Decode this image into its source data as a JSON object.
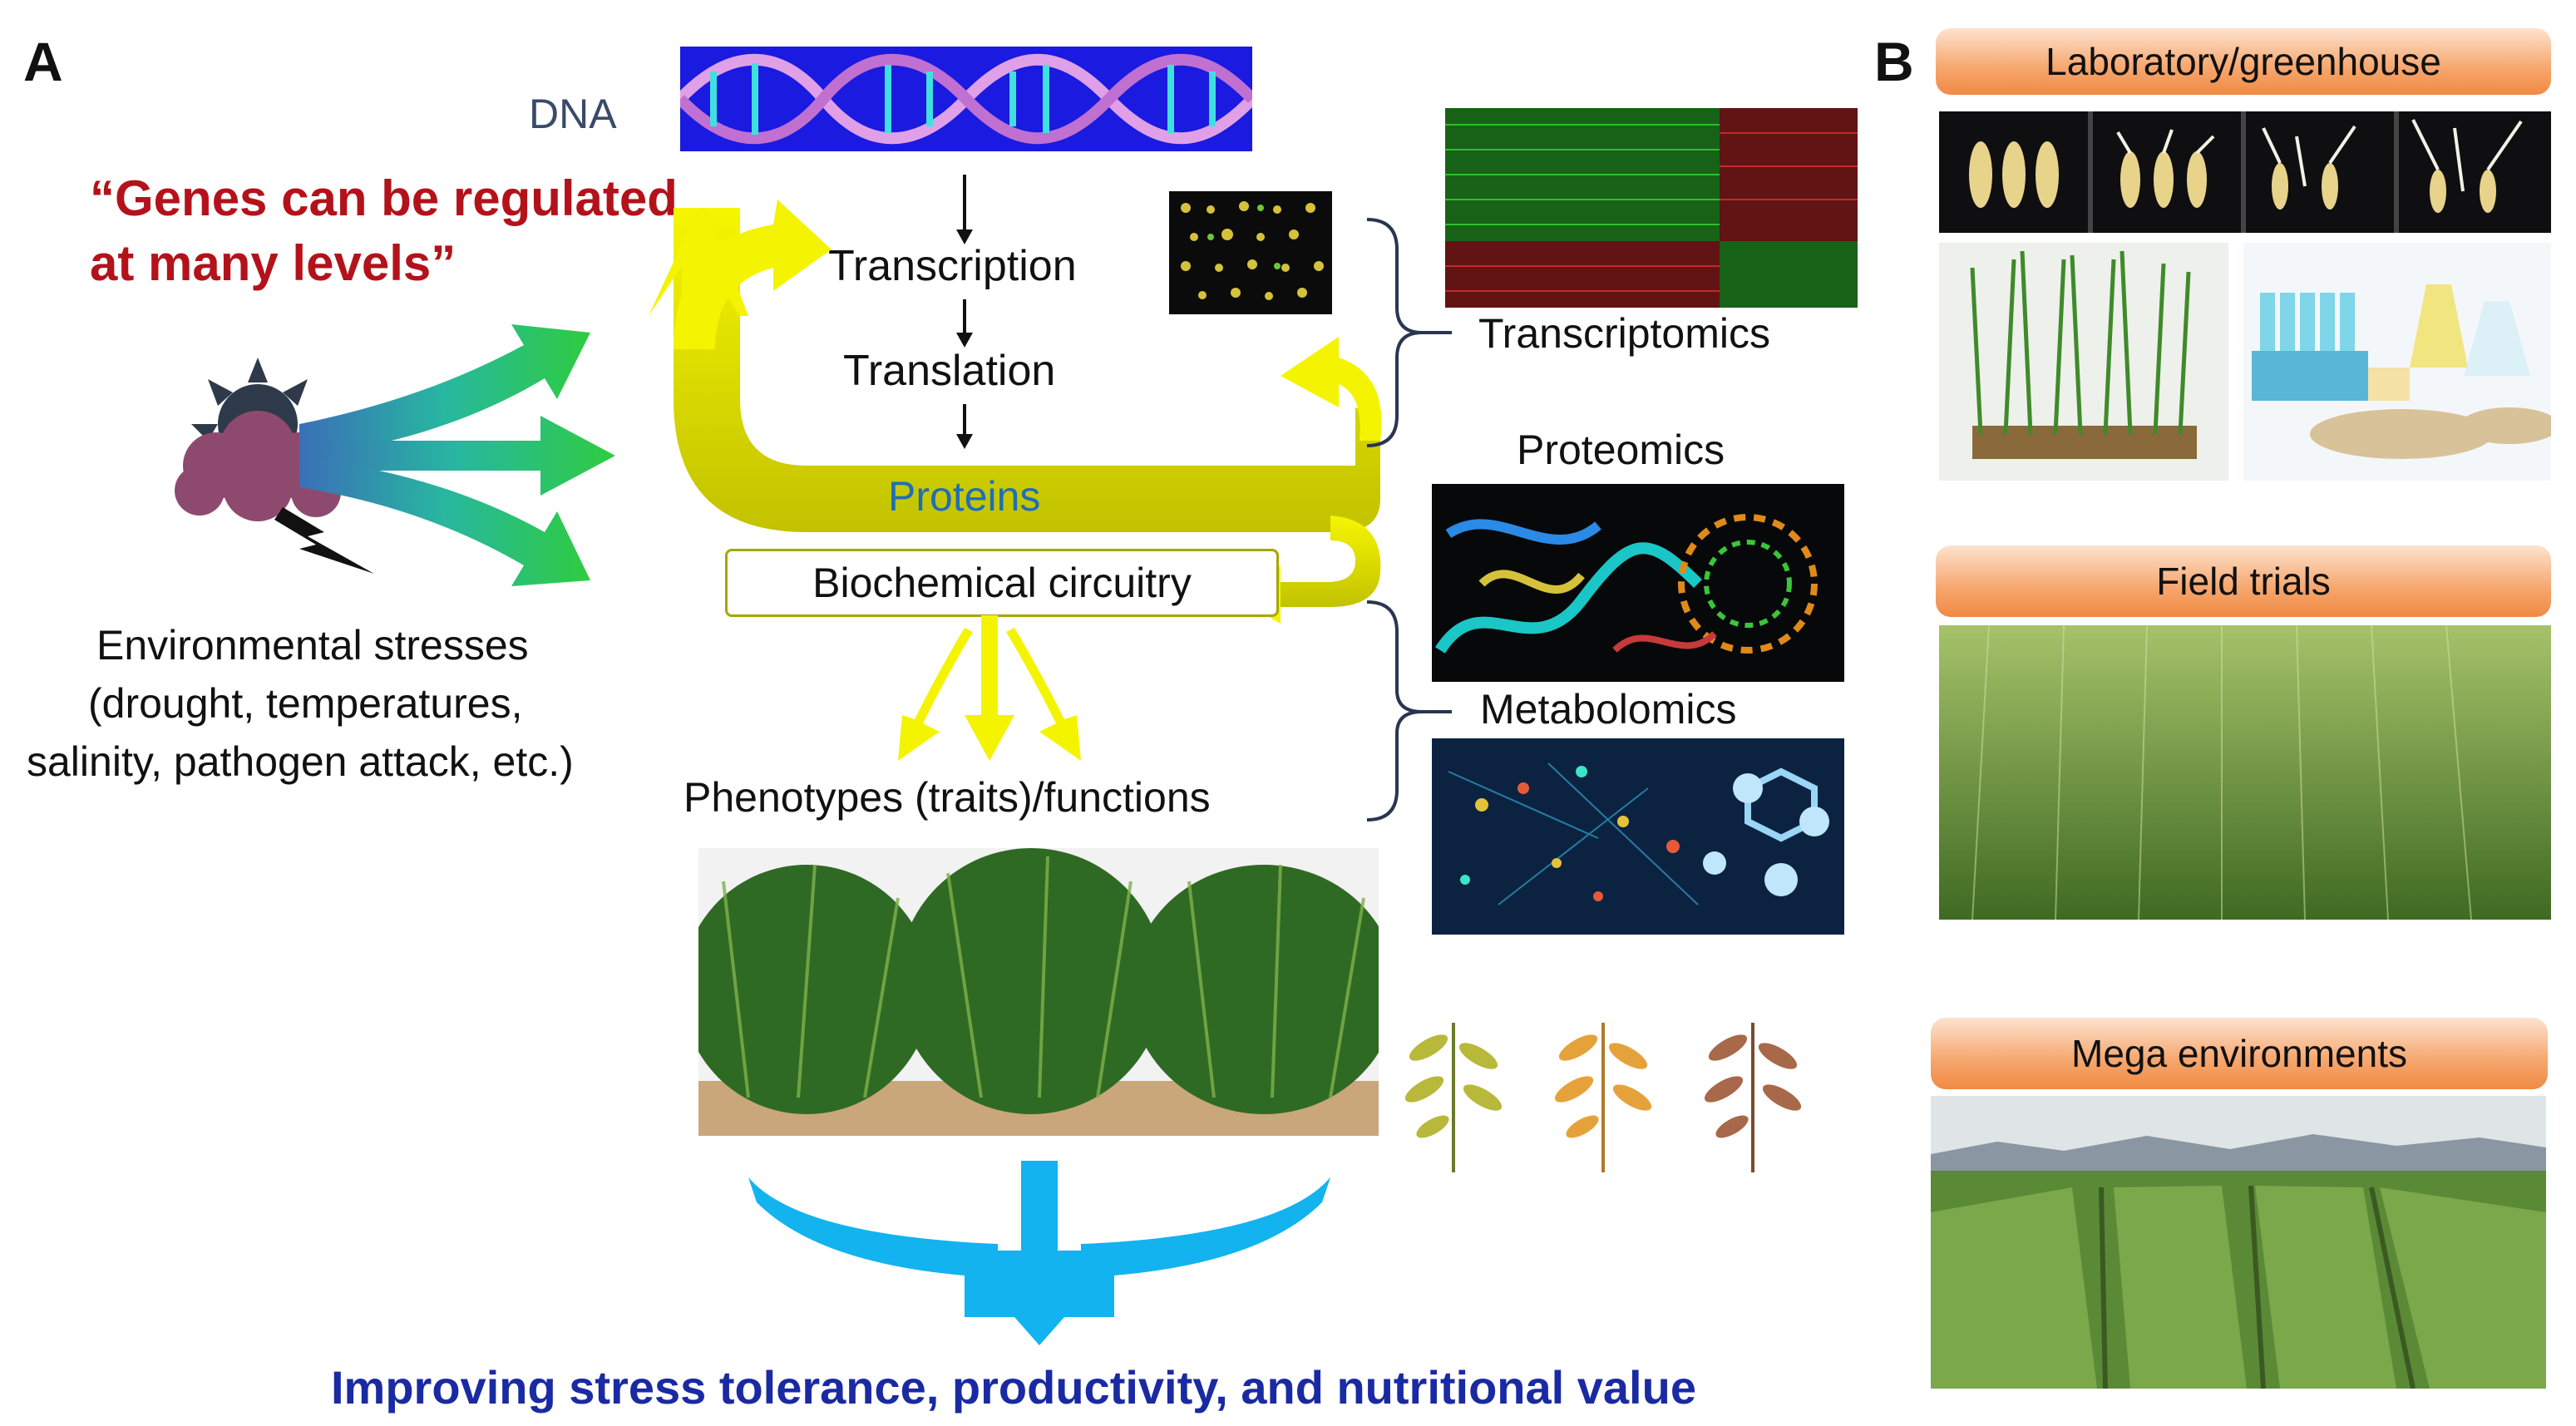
{
  "panel_a": {
    "letter": "A",
    "quote_line1": "“Genes can be regulated",
    "quote_line2": "at many levels”",
    "dna_label": "DNA",
    "transcription": "Transcription",
    "translation": "Translation",
    "proteins": "Proteins",
    "biochemical": "Biochemical circuitry",
    "phenotypes": "Phenotypes (traits)/functions",
    "env_line1": "Environmental stresses",
    "env_line2": "(drought, temperatures,",
    "env_line3": "salinity, pathogen attack, etc.)",
    "transcriptomics": "Transcriptomics",
    "proteomics": "Proteomics",
    "metabolomics": "Metabolomics",
    "bottom_text": "Improving stress tolerance, productivity, and nutritional value"
  },
  "panel_b": {
    "letter": "B",
    "lab_header": "Laboratory/greenhouse",
    "field_header": "Field trials",
    "mega_header": "Mega environments"
  },
  "colors": {
    "quote_red": "#b4121b",
    "proteins_blue": "#1f6fb5",
    "bottom_blue": "#1a2aa3",
    "arrow_yellow": "#f4f400",
    "band_olive": "#c9c900",
    "cyan_arrow": "#12b3ee",
    "stress_green": "#2ecc40",
    "cloud_purple": "#8e4a6e"
  }
}
